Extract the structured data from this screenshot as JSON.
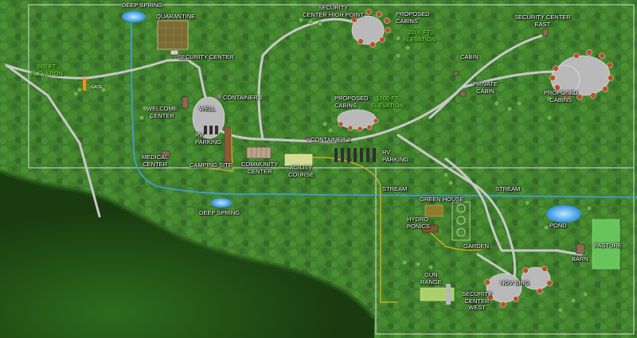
{
  "colors": {
    "forest": "#3f7e2b",
    "forest_dark": "#1e4512",
    "road": "#c8c8c8",
    "stream": "#3fa0e6",
    "trail": "#e0b021",
    "elevation": "#7fe93f",
    "boundary": "#d9d9d9",
    "pasture": "#66c45a",
    "cabin_roof": "#b4512f"
  },
  "labels": {
    "deep_spring_top": "DEEP SPRING",
    "quarantine": "QUARANTINE",
    "security_center": "SECURITY CENTER",
    "security_center_high_point": "SECURITY\nCENTER HIGH POINT",
    "proposed_cabins_top": "PROPOSED\nCABINS",
    "elevation_2100": "2100 FT\nELEVATION",
    "security_center_east": "SECURITY CENTER\nEAST",
    "cabin": "CABIN",
    "private_cabin": "PRIVATE\nCABIN",
    "proposed_cabins_east": "PROPOSED\nCABINS",
    "elevation_600": "600 FT\nELEVATION",
    "gate": "GATE",
    "welcome_center": "WELCOME\nCENTER",
    "well": "WELL",
    "container_1": "CONTAINER 1",
    "proposed_cabins_center": "PROPOSED\nCABINS",
    "elevation_1700": "1700 FT\nELEVATION",
    "rv_parking_west": "RV\nPARKING",
    "medical_center": "MEDICAL\nCENTER",
    "camping_site": "CAMPING SITE",
    "community_center": "COMMUNITY\nCENTER",
    "container_2": "CONTAINER 2",
    "agility_course": "AGILITY\nCOURSE",
    "rv_parking_east": "RV\nPARKING",
    "stream_left": "STREAM",
    "stream_right": "STREAM",
    "deep_spring_bottom": "DEEP SPRING",
    "green_house": "GREEN HOUSE",
    "hydro_ponics": "HYDRO\nPONICS",
    "garden": "GARDEN",
    "pond": "POND",
    "pasture": "PASTURE",
    "barn": "BARN",
    "gun_range": "GUN\nRANGE",
    "security_center_west": "SECURITY\nCENTER\nWEST",
    "nov_sing": "NOV SING"
  }
}
